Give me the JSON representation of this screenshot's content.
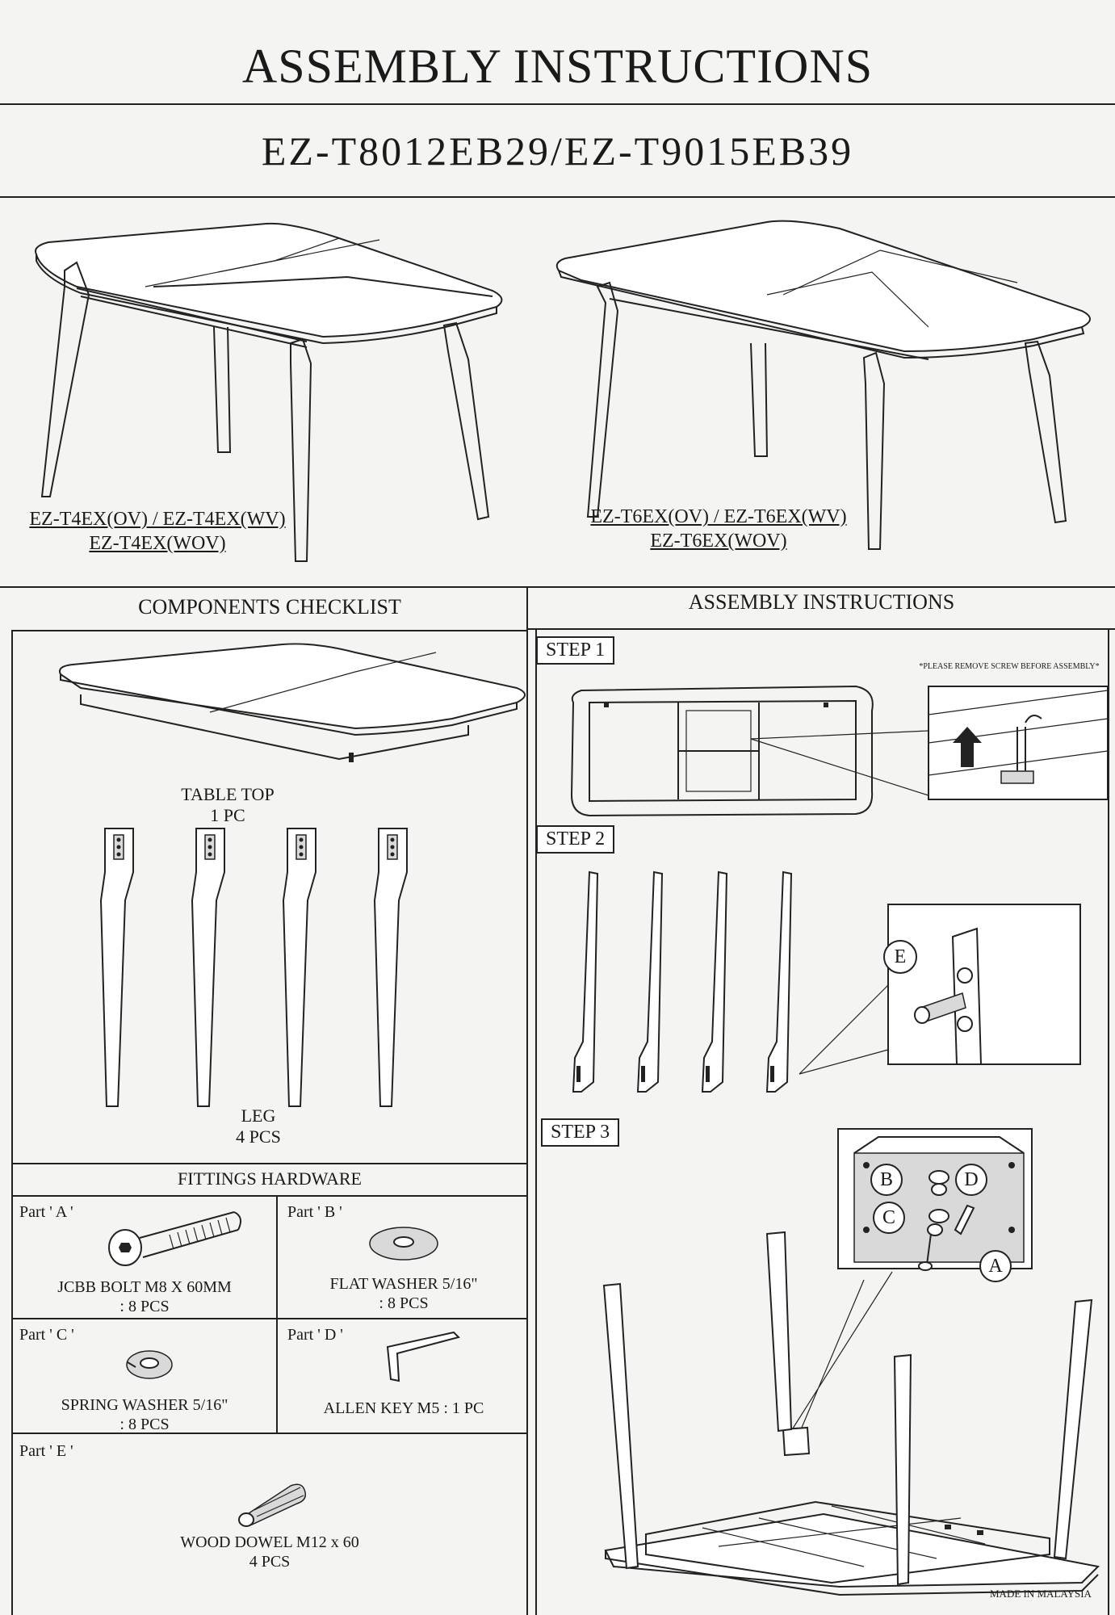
{
  "header": {
    "title": "ASSEMBLY INSTRUCTIONS",
    "model_numbers": "EZ-T8012EB29/EZ-T9015EB39"
  },
  "models": {
    "left_line1": "EZ-T4EX(OV) / EZ-T4EX(WV)",
    "left_line2": "EZ-T4EX(WOV)",
    "right_line1": "EZ-T6EX(OV) / EZ-T6EX(WV)",
    "right_line2": "EZ-T6EX(WOV)"
  },
  "checklist": {
    "heading": "COMPONENTS CHECKLIST",
    "table_top_label": "TABLE TOP",
    "table_top_qty": "1 PC",
    "leg_label": "LEG",
    "leg_qty": "4 PCS"
  },
  "instructions": {
    "heading": "ASSEMBLY INSTRUCTIONS",
    "step1": "STEP 1",
    "step1_note": "*PLEASE REMOVE SCREW BEFORE ASSEMBLY*",
    "step2": "STEP 2",
    "step2_callout": "E",
    "step3": "STEP 3",
    "step3_callouts": {
      "b": "B",
      "c": "C",
      "d": "D",
      "a": "A"
    },
    "footer": "MADE IN MALAYSIA"
  },
  "hardware": {
    "heading": "FITTINGS HARDWARE",
    "parts": [
      {
        "tag": "Part ' A '",
        "name": "JCBB BOLT  M8 X 60MM",
        "qty": ": 8 PCS",
        "icon": "bolt-icon"
      },
      {
        "tag": "Part ' B '",
        "name": "FLAT WASHER 5/16\"",
        "qty": ": 8 PCS",
        "icon": "flat-washer-icon"
      },
      {
        "tag": "Part ' C '",
        "name": "SPRING WASHER 5/16\"",
        "qty": ": 8 PCS",
        "icon": "spring-washer-icon"
      },
      {
        "tag": "Part ' D '",
        "name": "ALLEN KEY M5  : 1 PC",
        "qty": "",
        "icon": "allen-key-icon"
      },
      {
        "tag": "Part ' E '",
        "name": "WOOD DOWEL M12 x 60",
        "qty": "4 PCS",
        "icon": "wood-dowel-icon"
      }
    ]
  }
}
